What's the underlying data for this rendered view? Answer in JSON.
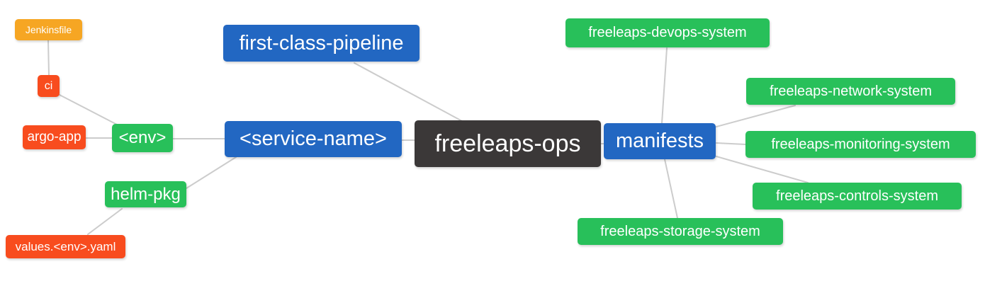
{
  "diagram": {
    "type": "mind-map",
    "root_label": "freeleaps-ops",
    "background_color": "#ffffff",
    "edge_color": "#cccccc"
  },
  "colors": {
    "orange": "#f6a623",
    "red": "#f84c1e",
    "green": "#28c05a",
    "blue": "#2267c2",
    "dark": "#3b3838"
  },
  "nodes": {
    "jenkinsfile": {
      "label": "Jenkinsfile",
      "color": "#f6a623"
    },
    "ci": {
      "label": "ci",
      "color": "#f84c1e"
    },
    "argo_app": {
      "label": "argo-app",
      "color": "#f84c1e"
    },
    "env": {
      "label": "<env>",
      "color": "#28c05a"
    },
    "helm_pkg": {
      "label": "helm-pkg",
      "color": "#28c05a"
    },
    "values_env_yaml": {
      "label": "values.<env>.yaml",
      "color": "#f84c1e"
    },
    "first_class_pipeline": {
      "label": "first-class-pipeline",
      "color": "#2267c2"
    },
    "service_name": {
      "label": "<service-name>",
      "color": "#2267c2"
    },
    "freeleaps_ops": {
      "label": "freeleaps-ops",
      "color": "#3b3838"
    },
    "manifests": {
      "label": "manifests",
      "color": "#2267c2"
    },
    "devops_system": {
      "label": "freeleaps-devops-system",
      "color": "#28c05a"
    },
    "network_system": {
      "label": "freeleaps-network-system",
      "color": "#28c05a"
    },
    "monitoring_system": {
      "label": "freeleaps-monitoring-system",
      "color": "#28c05a"
    },
    "controls_system": {
      "label": "freeleaps-controls-system",
      "color": "#28c05a"
    },
    "storage_system": {
      "label": "freeleaps-storage-system",
      "color": "#28c05a"
    }
  }
}
